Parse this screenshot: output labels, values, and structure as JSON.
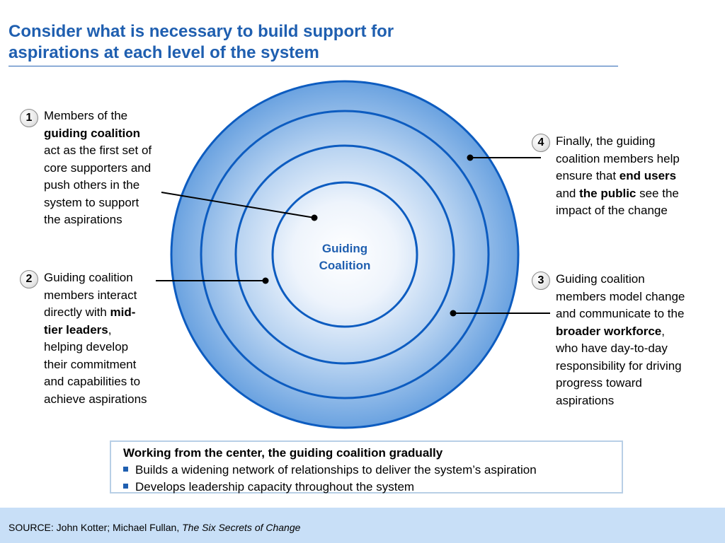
{
  "title": {
    "line1": "Consider what is necessary to build support for",
    "line2": "aspirations at each level of the system"
  },
  "center": {
    "line1": "Guiding",
    "line2": "Coalition"
  },
  "callouts": [
    {
      "number": "1",
      "lines": [
        [
          "Members of the"
        ],
        [
          "",
          "guiding coalition",
          ""
        ],
        [
          "act as the first set of"
        ],
        [
          "core supporters and"
        ],
        [
          "push others in the"
        ],
        [
          "system to support"
        ],
        [
          "the aspirations"
        ]
      ]
    },
    {
      "number": "2",
      "lines": [
        [
          "Guiding coalition"
        ],
        [
          "members interact"
        ],
        [
          "directly with ",
          "mid-",
          ""
        ],
        [
          "",
          "tier leaders",
          ","
        ],
        [
          "helping develop"
        ],
        [
          "their commitment"
        ],
        [
          "and capabilities to"
        ],
        [
          "achieve aspirations"
        ]
      ]
    },
    {
      "number": "3",
      "lines": [
        [
          "Guiding coalition"
        ],
        [
          "members model change"
        ],
        [
          "and communicate to the"
        ],
        [
          "",
          "broader workforce",
          ","
        ],
        [
          "who have day-to-day"
        ],
        [
          "responsibility for driving"
        ],
        [
          "progress toward"
        ],
        [
          "aspirations"
        ]
      ]
    },
    {
      "number": "4",
      "lines": [
        [
          "Finally, the guiding"
        ],
        [
          "coalition members help"
        ],
        [
          "ensure that ",
          "end users",
          ""
        ],
        [
          "and ",
          "the public",
          " see the"
        ],
        [
          "impact of the change"
        ]
      ]
    }
  ],
  "summary": {
    "heading": "Working from the center, the guiding coalition gradually",
    "bullets": [
      "Builds a widening network of relationships to deliver the system’s aspiration",
      "Develops leadership capacity throughout the system"
    ]
  },
  "footer": {
    "source_prefix": "SOURCE: John Kotter; Michael Fullan, ",
    "source_title": "The Six Secrets of Change"
  },
  "colors": {
    "title": "#1f5fb0",
    "ring_stroke": "#0d5cc0",
    "ring_fill_outer": "#6aa2e0",
    "ring_fill_inner": "#ffffff",
    "footer_bg": "#c8dff7",
    "summary_border": "#b8cfe6"
  },
  "icons": {
    "bullet": "blue-square-bullet",
    "number_badge": "grey-circle-badge"
  }
}
